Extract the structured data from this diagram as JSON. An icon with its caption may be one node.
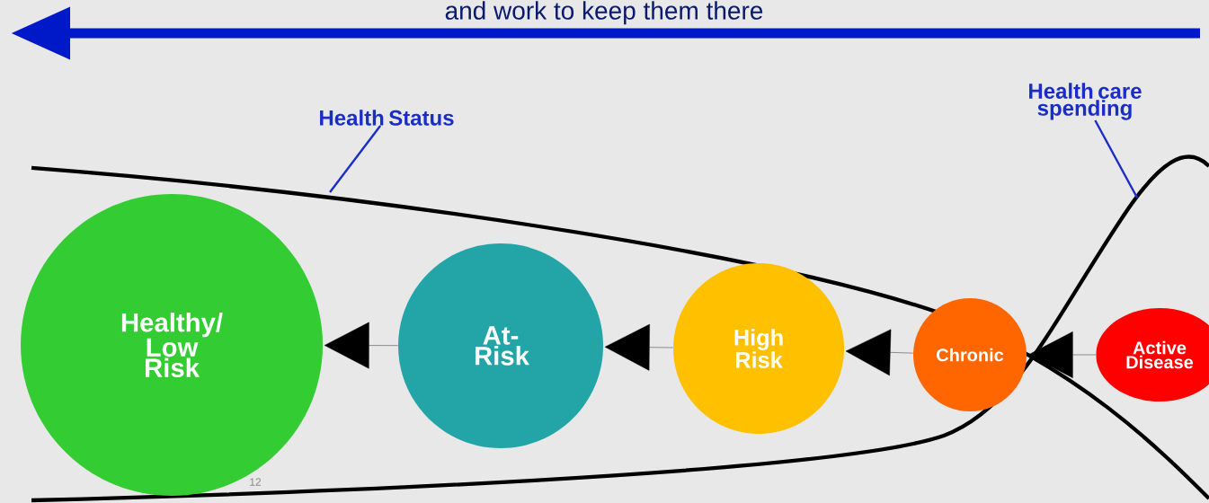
{
  "diagram": {
    "nodes": [
      {
        "text": [
          "Healthy/ Low Risk"
        ]
      },
      {
        "text": [
          "At-Risk"
        ]
      },
      {
        "text": [
          "High Risk"
        ]
      },
      {
        "text": [
          "Chronic"
        ]
      },
      {
        "text": [
          "Active Disease"
        ]
      },
      {
        "text": [
          "Health Status"
        ]
      },
      {
        "text": [
          "Health care spending"
        ]
      }
    ],
    "edges": [
      {
        "from": 4,
        "to": 3,
        "arrow": "to"
      },
      {
        "from": 3,
        "to": 2,
        "arrow": "to"
      },
      {
        "from": 2,
        "to": 1,
        "arrow": "to"
      },
      {
        "from": 1,
        "to": 0,
        "arrow": "to"
      },
      {
        "from": 5,
        "to": null,
        "arrow": "none",
        "color": "#1a2dc8"
      },
      {
        "from": 6,
        "to": null,
        "arrow": "none",
        "color": "#1a2dc8"
      }
    ],
    "labels": [
      "and work to keep them there",
      "12"
    ]
  }
}
